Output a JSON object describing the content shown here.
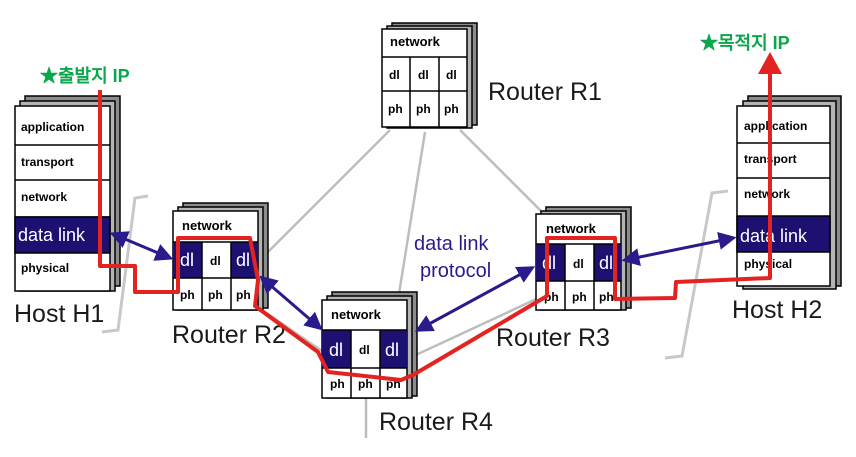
{
  "source_label": "★출발지 IP",
  "dest_label": "★목적지 IP",
  "host_h1": {
    "name": "Host H1",
    "layers": [
      "application",
      "transport",
      "network",
      "data link",
      "physical"
    ]
  },
  "host_h2": {
    "name": "Host H2",
    "layers": [
      "application",
      "transport",
      "network",
      "data link",
      "physical"
    ]
  },
  "routers": {
    "r1": {
      "name": "Router R1",
      "network": "network",
      "dl": "dl",
      "ph": "ph"
    },
    "r2": {
      "name": "Router R2",
      "network": "network",
      "dl": "dl",
      "ph": "ph"
    },
    "r3": {
      "name": "Router R3",
      "network": "network",
      "dl": "dl",
      "ph": "ph"
    },
    "r4": {
      "name": "Router R4",
      "network": "network",
      "dl": "dl",
      "ph": "ph"
    }
  },
  "protocol_label_line1": "data link",
  "protocol_label_line2": "protocol",
  "colors": {
    "dl_highlight": "#1c1070",
    "arrow": "#2a1b8c",
    "route": "#e3231f",
    "source_dest_text": "#0aa64b",
    "link_lines": "#bdbdbd"
  }
}
